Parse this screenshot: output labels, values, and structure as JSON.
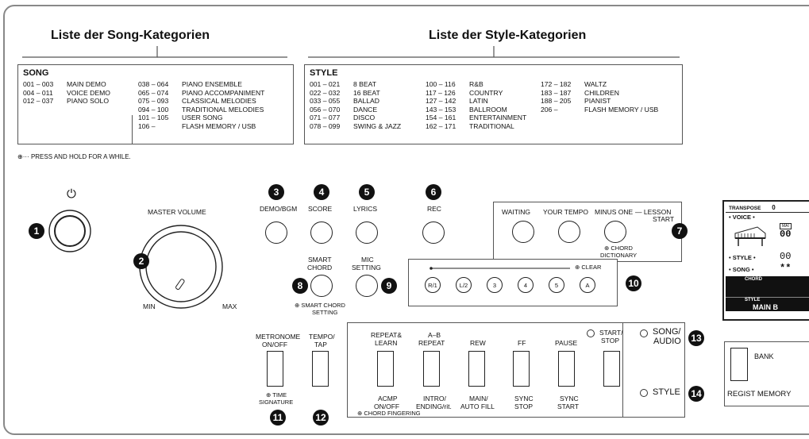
{
  "song_list": {
    "heading": "Liste der Song-Kategorien",
    "title": "SONG",
    "col1": [
      {
        "range": "001 – 003",
        "name": "MAIN DEMO"
      },
      {
        "range": "004 – 011",
        "name": "VOICE DEMO"
      },
      {
        "range": "012 – 037",
        "name": "PIANO SOLO"
      }
    ],
    "col2": [
      {
        "range": "038 – 064",
        "name": "PIANO ENSEMBLE"
      },
      {
        "range": "065 – 074",
        "name": "PIANO ACCOMPANIMENT"
      },
      {
        "range": "075 – 093",
        "name": "CLASSICAL MELODIES"
      },
      {
        "range": "094 – 100",
        "name": "TRADITIONAL MELODIES"
      },
      {
        "range": "101 – 105",
        "name": "USER SONG"
      },
      {
        "range": "106 –",
        "name": "FLASH MEMORY / USB"
      }
    ]
  },
  "style_list": {
    "heading": "Liste der Style-Kategorien",
    "title": "STYLE",
    "col1": [
      {
        "range": "001 – 021",
        "name": "8 BEAT"
      },
      {
        "range": "022 – 032",
        "name": "16 BEAT"
      },
      {
        "range": "033 – 055",
        "name": "BALLAD"
      },
      {
        "range": "056 – 070",
        "name": "DANCE"
      },
      {
        "range": "071 – 077",
        "name": "DISCO"
      },
      {
        "range": "078 – 099",
        "name": "SWING & JAZZ"
      }
    ],
    "col2": [
      {
        "range": "100 – 116",
        "name": "R&B"
      },
      {
        "range": "117 – 126",
        "name": "COUNTRY"
      },
      {
        "range": "127 – 142",
        "name": "LATIN"
      },
      {
        "range": "143 – 153",
        "name": "BALLROOM"
      },
      {
        "range": "154 – 161",
        "name": "ENTERTAINMENT"
      },
      {
        "range": "162 – 171",
        "name": "TRADITIONAL"
      }
    ],
    "col3": [
      {
        "range": "172 – 182",
        "name": "WALTZ"
      },
      {
        "range": "183 – 187",
        "name": "CHILDREN"
      },
      {
        "range": "188 – 205",
        "name": "PIANIST"
      },
      {
        "range": "206 –",
        "name": "FLASH MEMORY / USB"
      }
    ]
  },
  "hold_note": "PRESS AND HOLD FOR A WHILE.",
  "hold_symbol": "⊕···",
  "controls": {
    "power_symbol": "⏻",
    "master_volume": "MASTER VOLUME",
    "min": "MIN",
    "max": "MAX",
    "demo_bgm": "DEMO/BGM",
    "score": "SCORE",
    "lyrics": "LYRICS",
    "rec": "REC",
    "smart_chord_1": "SMART",
    "smart_chord_2": "CHORD",
    "smart_chord_setting_1": "⊕ SMART CHORD",
    "smart_chord_setting_2": "SETTING",
    "mic_setting_1": "MIC",
    "mic_setting_2": "SETTING",
    "waiting": "WAITING",
    "your_tempo": "YOUR TEMPO",
    "minus_one": "MINUS ONE",
    "lesson_start_1": "— LESSON",
    "lesson_start_2": "START",
    "chord_dictionary_1": "⊕ CHORD",
    "chord_dictionary_2": "DICTIONARY",
    "clear": "⊕ CLEAR",
    "tracks": [
      "R/1",
      "L/2",
      "3",
      "4",
      "5",
      "A"
    ],
    "metronome_1": "METRONOME",
    "metronome_2": "ON/OFF",
    "tempo_tap_1": "TEMPO/",
    "tempo_tap_2": "TAP",
    "time_signature_1": "⊕ TIME",
    "time_signature_2": "SIGNATURE",
    "repeat_learn_1": "REPEAT&",
    "repeat_learn_2": "LEARN",
    "ab_repeat_1": "A–B",
    "ab_repeat_2": "REPEAT",
    "rew": "REW",
    "ff": "FF",
    "pause": "PAUSE",
    "start_stop_1": "START/",
    "start_stop_2": "STOP",
    "song_audio_1": "SONG/",
    "song_audio_2": "AUDIO",
    "style": "STYLE",
    "acmp_1": "ACMP",
    "acmp_2": "ON/OFF",
    "chord_fingering": "⊕ CHORD FINGERING",
    "intro_ending_1": "INTRO/",
    "intro_ending_2": "ENDING/rit.",
    "main_autofill_1": "MAIN/",
    "main_autofill_2": "AUTO FILL",
    "sync_stop_1": "SYNC",
    "sync_stop_2": "STOP",
    "sync_start_1": "SYNC",
    "sync_start_2": "START",
    "bank": "BANK",
    "regist_memory": "REGIST MEMORY"
  },
  "numbers": [
    "1",
    "2",
    "3",
    "4",
    "5",
    "6",
    "7",
    "8",
    "9",
    "10",
    "11",
    "12",
    "13",
    "14"
  ],
  "display": {
    "transpose_label": "TRANSPOSE",
    "transpose_value": "0",
    "voice_label": "• VOICE •",
    "voice_main": "MAI",
    "voice_num": "00",
    "style_label": "• STYLE •",
    "style_num": "00",
    "song_label": "• SONG •",
    "song_num": "**",
    "chord_label": "CHORD",
    "style_bar_label": "STYLE",
    "main_b": "MAIN B"
  }
}
